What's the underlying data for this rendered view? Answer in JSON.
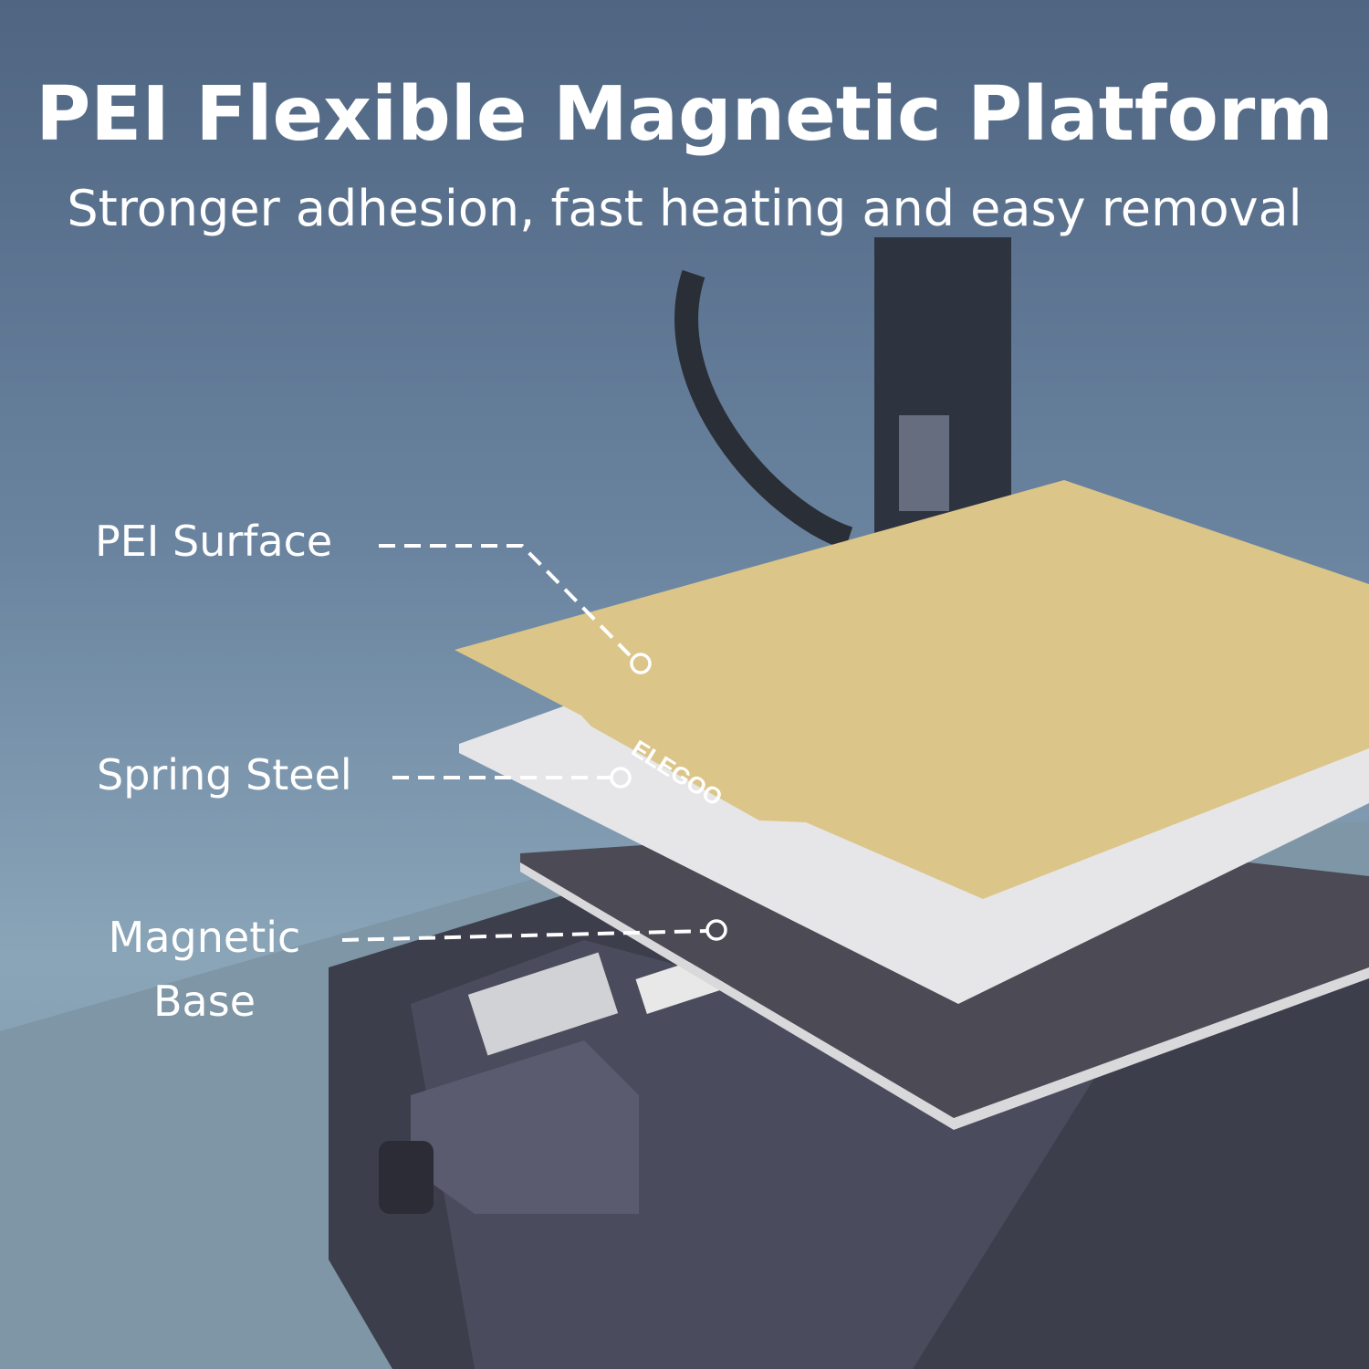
{
  "header": {
    "title": "PEI Flexible Magnetic Platform",
    "subtitle": "Stronger adhesion, fast heating and easy removal"
  },
  "callouts": [
    {
      "label": "PEI Surface"
    },
    {
      "label": "Spring Steel"
    },
    {
      "label": "Magnetic Base"
    }
  ],
  "logo_text": "ELEGOO",
  "colors": {
    "background": "#6a84a0",
    "pei_surface": "#dcc588",
    "spring_steel": "#e6e6e8",
    "magnetic_base": "#3a3840",
    "printer_body": "#3d3e4c"
  }
}
